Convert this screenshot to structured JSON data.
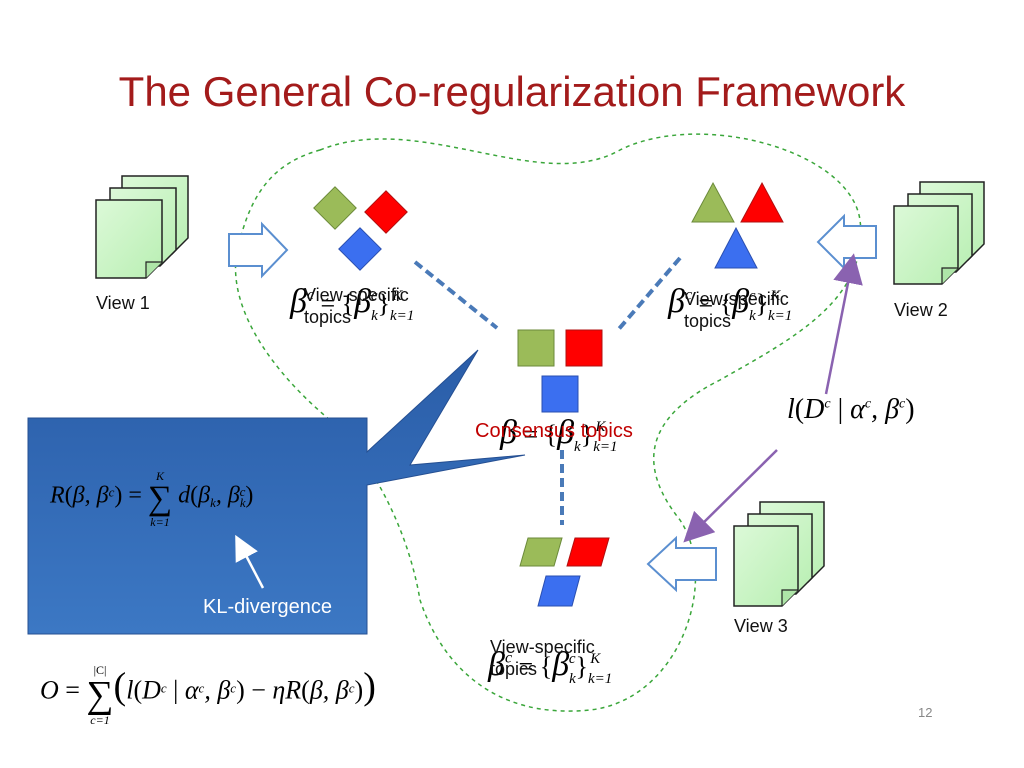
{
  "slide": {
    "title": "The General Co-regularization Framework",
    "page_number": "12"
  },
  "views": [
    {
      "label": "View 1"
    },
    {
      "label": "View 2"
    },
    {
      "label": "View 3"
    }
  ],
  "topics": {
    "view_specific_label": "View-specific topics",
    "consensus_label": "Consensus topics"
  },
  "regularizer": {
    "equation": "R(β, β^c) = Σ_{k=1}^{K} d(β_k, β_k^c)",
    "note": "KL-divergence"
  },
  "likelihood": {
    "equation": "l(D^c | α^c, β^c)"
  },
  "objective": {
    "equation": "O = Σ_{c=1}^{|C|} ( l(D^c | α^c, β^c) − ηR(β, β^c) )"
  },
  "colors": {
    "title": "#a31b1b",
    "doc_fill": "#ccf5c8",
    "green": "#9bbb59",
    "red": "#ff0000",
    "blue": "#3b6ff0",
    "panel": "#2f67b2",
    "consensus_text": "#c00000",
    "arrow_purple": "#8a62b0"
  }
}
